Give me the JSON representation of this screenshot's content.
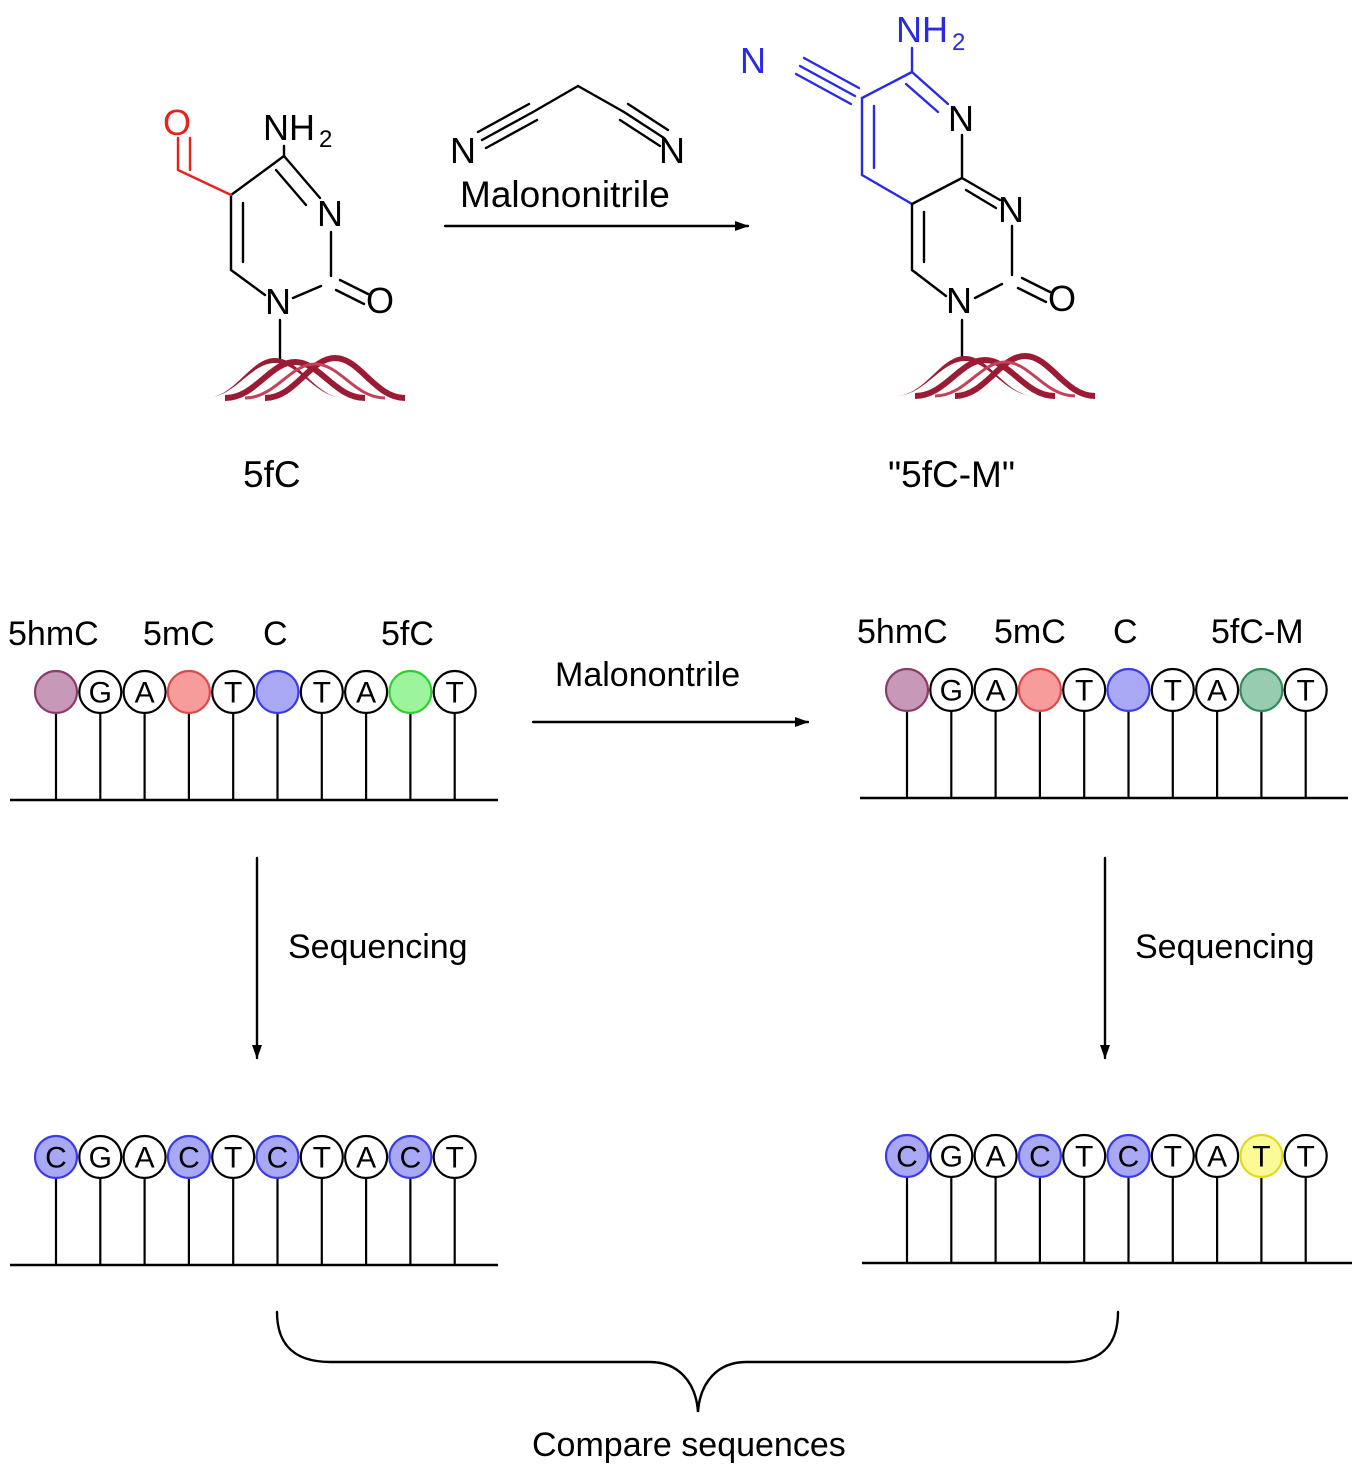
{
  "reaction": {
    "reagent_label": "Malononitrile",
    "reactant_label": "5fC",
    "product_label": "\"5fC-M\"",
    "atoms": {
      "oxygen": "O",
      "nitrogen": "N",
      "amino": "NH",
      "amino_sub": "2"
    }
  },
  "lower_reaction_label": "Malonontrile",
  "sequencing_label": "Sequencing",
  "compare_label": "Compare sequences",
  "colors": {
    "5hmC": "#c898b8",
    "5mC": "#f89b9b",
    "C": "#a8a8f4",
    "5fC": "#9cf59c",
    "5fC-M": "#98ccb0",
    "T_converted": "#fafa96",
    "plain": "#ffffff"
  },
  "strands": [
    {
      "id": "original",
      "annotations": [
        "5hmC",
        "5mC",
        "C",
        "5fC"
      ],
      "bases": [
        {
          "letter": "",
          "mark": "5hmC"
        },
        {
          "letter": "G",
          "mark": "plain"
        },
        {
          "letter": "A",
          "mark": "plain"
        },
        {
          "letter": "",
          "mark": "5mC"
        },
        {
          "letter": "T",
          "mark": "plain"
        },
        {
          "letter": "",
          "mark": "C"
        },
        {
          "letter": "T",
          "mark": "plain"
        },
        {
          "letter": "A",
          "mark": "plain"
        },
        {
          "letter": "",
          "mark": "5fC"
        },
        {
          "letter": "T",
          "mark": "plain"
        }
      ]
    },
    {
      "id": "treated",
      "annotations": [
        "5hmC",
        "5mC",
        "C",
        "5fC-M"
      ],
      "bases": [
        {
          "letter": "",
          "mark": "5hmC"
        },
        {
          "letter": "G",
          "mark": "plain"
        },
        {
          "letter": "A",
          "mark": "plain"
        },
        {
          "letter": "",
          "mark": "5mC"
        },
        {
          "letter": "T",
          "mark": "plain"
        },
        {
          "letter": "",
          "mark": "C"
        },
        {
          "letter": "T",
          "mark": "plain"
        },
        {
          "letter": "A",
          "mark": "plain"
        },
        {
          "letter": "",
          "mark": "5fC-M"
        },
        {
          "letter": "T",
          "mark": "plain"
        }
      ]
    },
    {
      "id": "original-read",
      "annotations": [],
      "bases": [
        {
          "letter": "C",
          "mark": "C"
        },
        {
          "letter": "G",
          "mark": "plain"
        },
        {
          "letter": "A",
          "mark": "plain"
        },
        {
          "letter": "C",
          "mark": "C"
        },
        {
          "letter": "T",
          "mark": "plain"
        },
        {
          "letter": "C",
          "mark": "C"
        },
        {
          "letter": "T",
          "mark": "plain"
        },
        {
          "letter": "A",
          "mark": "plain"
        },
        {
          "letter": "C",
          "mark": "C"
        },
        {
          "letter": "T",
          "mark": "plain"
        }
      ]
    },
    {
      "id": "treated-read",
      "annotations": [],
      "bases": [
        {
          "letter": "C",
          "mark": "C"
        },
        {
          "letter": "G",
          "mark": "plain"
        },
        {
          "letter": "A",
          "mark": "plain"
        },
        {
          "letter": "C",
          "mark": "C"
        },
        {
          "letter": "T",
          "mark": "plain"
        },
        {
          "letter": "C",
          "mark": "C"
        },
        {
          "letter": "T",
          "mark": "plain"
        },
        {
          "letter": "A",
          "mark": "plain"
        },
        {
          "letter": "T",
          "mark": "T_converted"
        },
        {
          "letter": "T",
          "mark": "plain"
        }
      ]
    }
  ]
}
